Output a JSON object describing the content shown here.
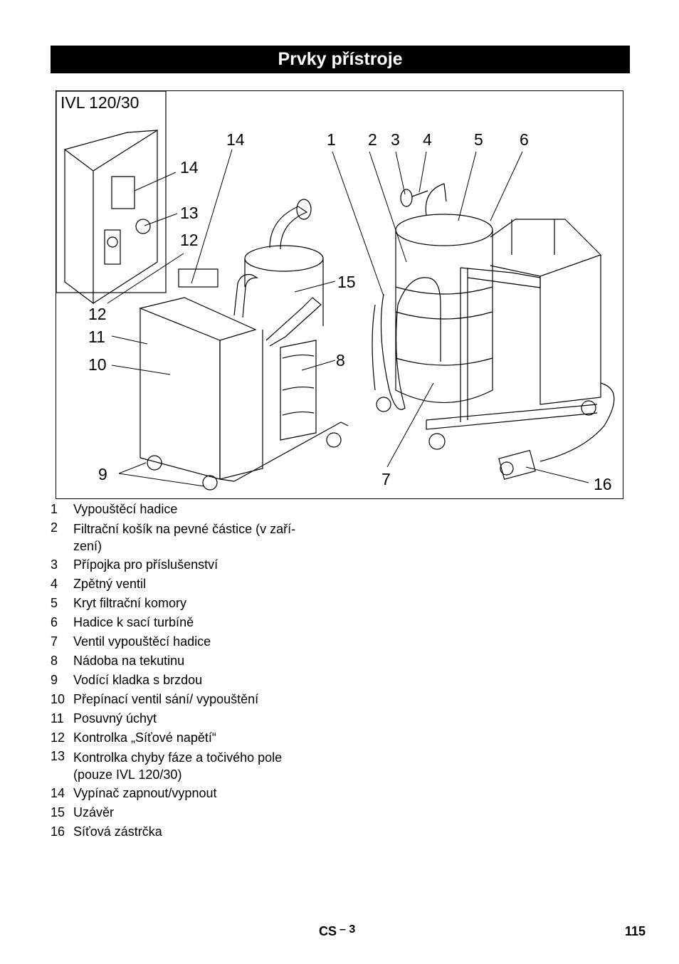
{
  "header": {
    "title": "Prvky přístroje"
  },
  "figure": {
    "inset_label": "IVL 120/30",
    "callouts": {
      "c14_top": "14",
      "c1": "1",
      "c2": "2",
      "c3": "3",
      "c4": "4",
      "c5": "5",
      "c6": "6",
      "c14_inset": "14",
      "c13": "13",
      "c12_inset": "12",
      "c12_out": "12",
      "c11": "11",
      "c10": "10",
      "c15": "15",
      "c8": "8",
      "c9": "9",
      "c7": "7",
      "c16": "16"
    }
  },
  "legend": [
    {
      "num": "1",
      "text": "Vypouštěcí hadice"
    },
    {
      "num": "2",
      "text": "Filtrační košík na pevné částice (v zaří-\nzení)"
    },
    {
      "num": "3",
      "text": "Přípojka pro příslušenství"
    },
    {
      "num": "4",
      "text": "Zpětný ventil"
    },
    {
      "num": "5",
      "text": "Kryt filtrační komory"
    },
    {
      "num": "6",
      "text": "Hadice k sací turbíně"
    },
    {
      "num": "7",
      "text": "Ventil vypouštěcí hadice"
    },
    {
      "num": "8",
      "text": "Nádoba na tekutinu"
    },
    {
      "num": "9",
      "text": "Vodící kladka s brzdou"
    },
    {
      "num": "10",
      "text": "Přepínací ventil sání/ vypouštění"
    },
    {
      "num": "11",
      "text": "Posuvný úchyt"
    },
    {
      "num": "12",
      "text": "Kontrolka „Síťové napětí“"
    },
    {
      "num": "13",
      "text": "Kontrolka chyby fáze a točivého pole\n(pouze IVL 120/30)"
    },
    {
      "num": "14",
      "text": "Vypínač zapnout/vypnout"
    },
    {
      "num": "15",
      "text": "Uzávěr"
    },
    {
      "num": "16",
      "text": "Síťová zástrčka"
    }
  ],
  "footer": {
    "lang": "CS",
    "section": "– 3",
    "page": "115"
  }
}
